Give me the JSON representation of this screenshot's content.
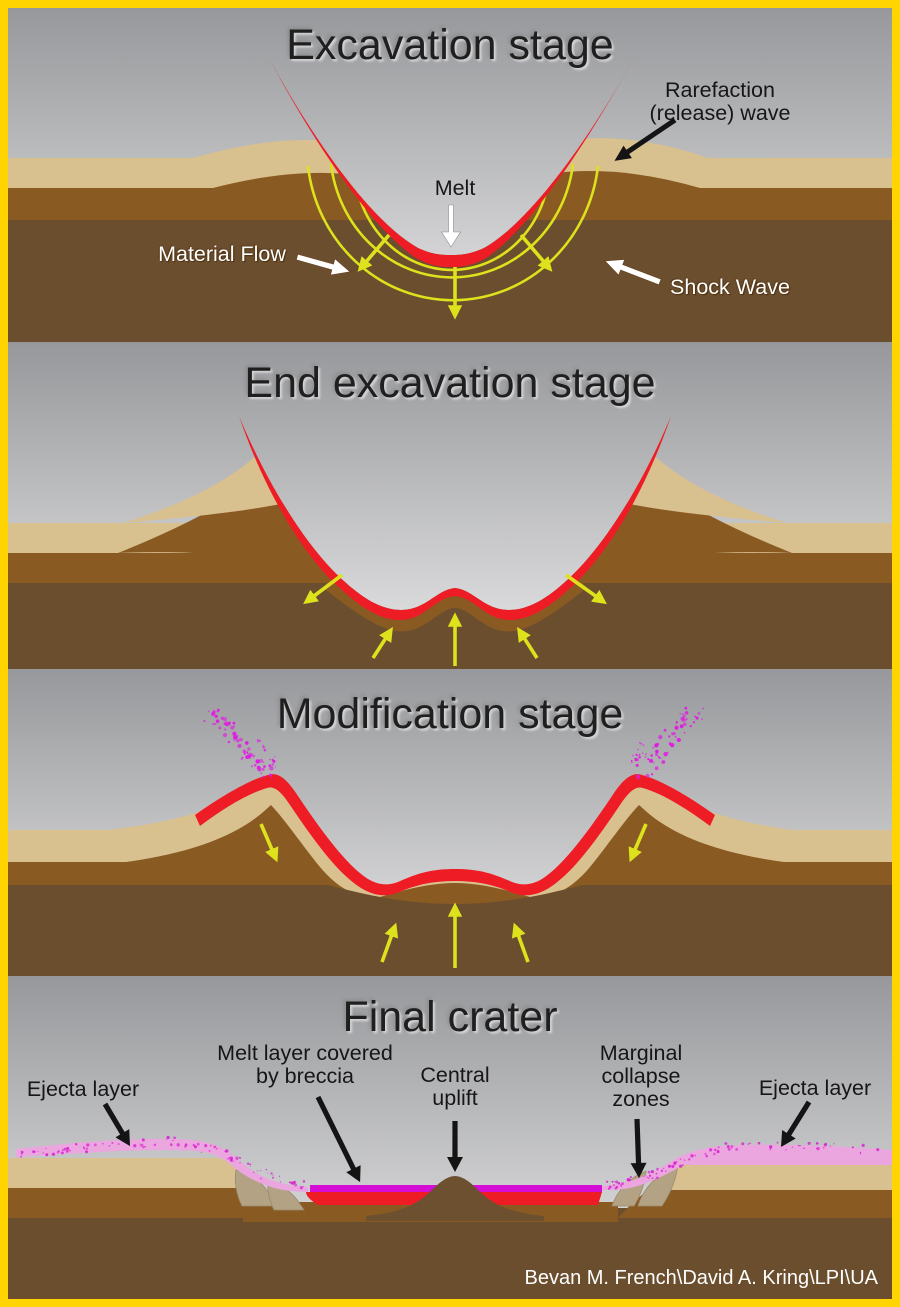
{
  "figure": {
    "credit": "Bevan M. French\\David A. Kring\\LPI\\UA"
  },
  "panel1": {
    "title": "Excavation stage",
    "label_rarefaction": "Rarefaction\n(release) wave",
    "label_melt": "Melt",
    "label_material_flow": "Material Flow",
    "label_shock_wave": "Shock Wave"
  },
  "panel2": {
    "title": "End excavation stage"
  },
  "panel3": {
    "title": "Modification stage"
  },
  "panel4": {
    "title": "Final crater",
    "label_ejecta_left": "Ejecta layer",
    "label_melt_breccia": "Melt layer covered\nby breccia",
    "label_central_uplift": "Central\nuplift",
    "label_marginal_collapse": "Marginal\ncollapse\nzones",
    "label_ejecta_right": "Ejecta layer"
  },
  "colors": {
    "frame_border": "#ffd400",
    "sky_top": "#97989b",
    "sky_bottom": "#e8e8e9",
    "upper_layer_tan": "#d9c08f",
    "middle_layer_brown": "#8a5a23",
    "basement_dark_brown": "#6b4e2e",
    "melt_red": "#ee1c25",
    "shock_wave_yellow": "#dde21c",
    "breccia_magenta": "#d40ed4",
    "ejecta_pink": "#eba6e0",
    "collapse_block_tan": "#b3a384",
    "label_white": "#ffffff",
    "label_black": "#161616"
  }
}
